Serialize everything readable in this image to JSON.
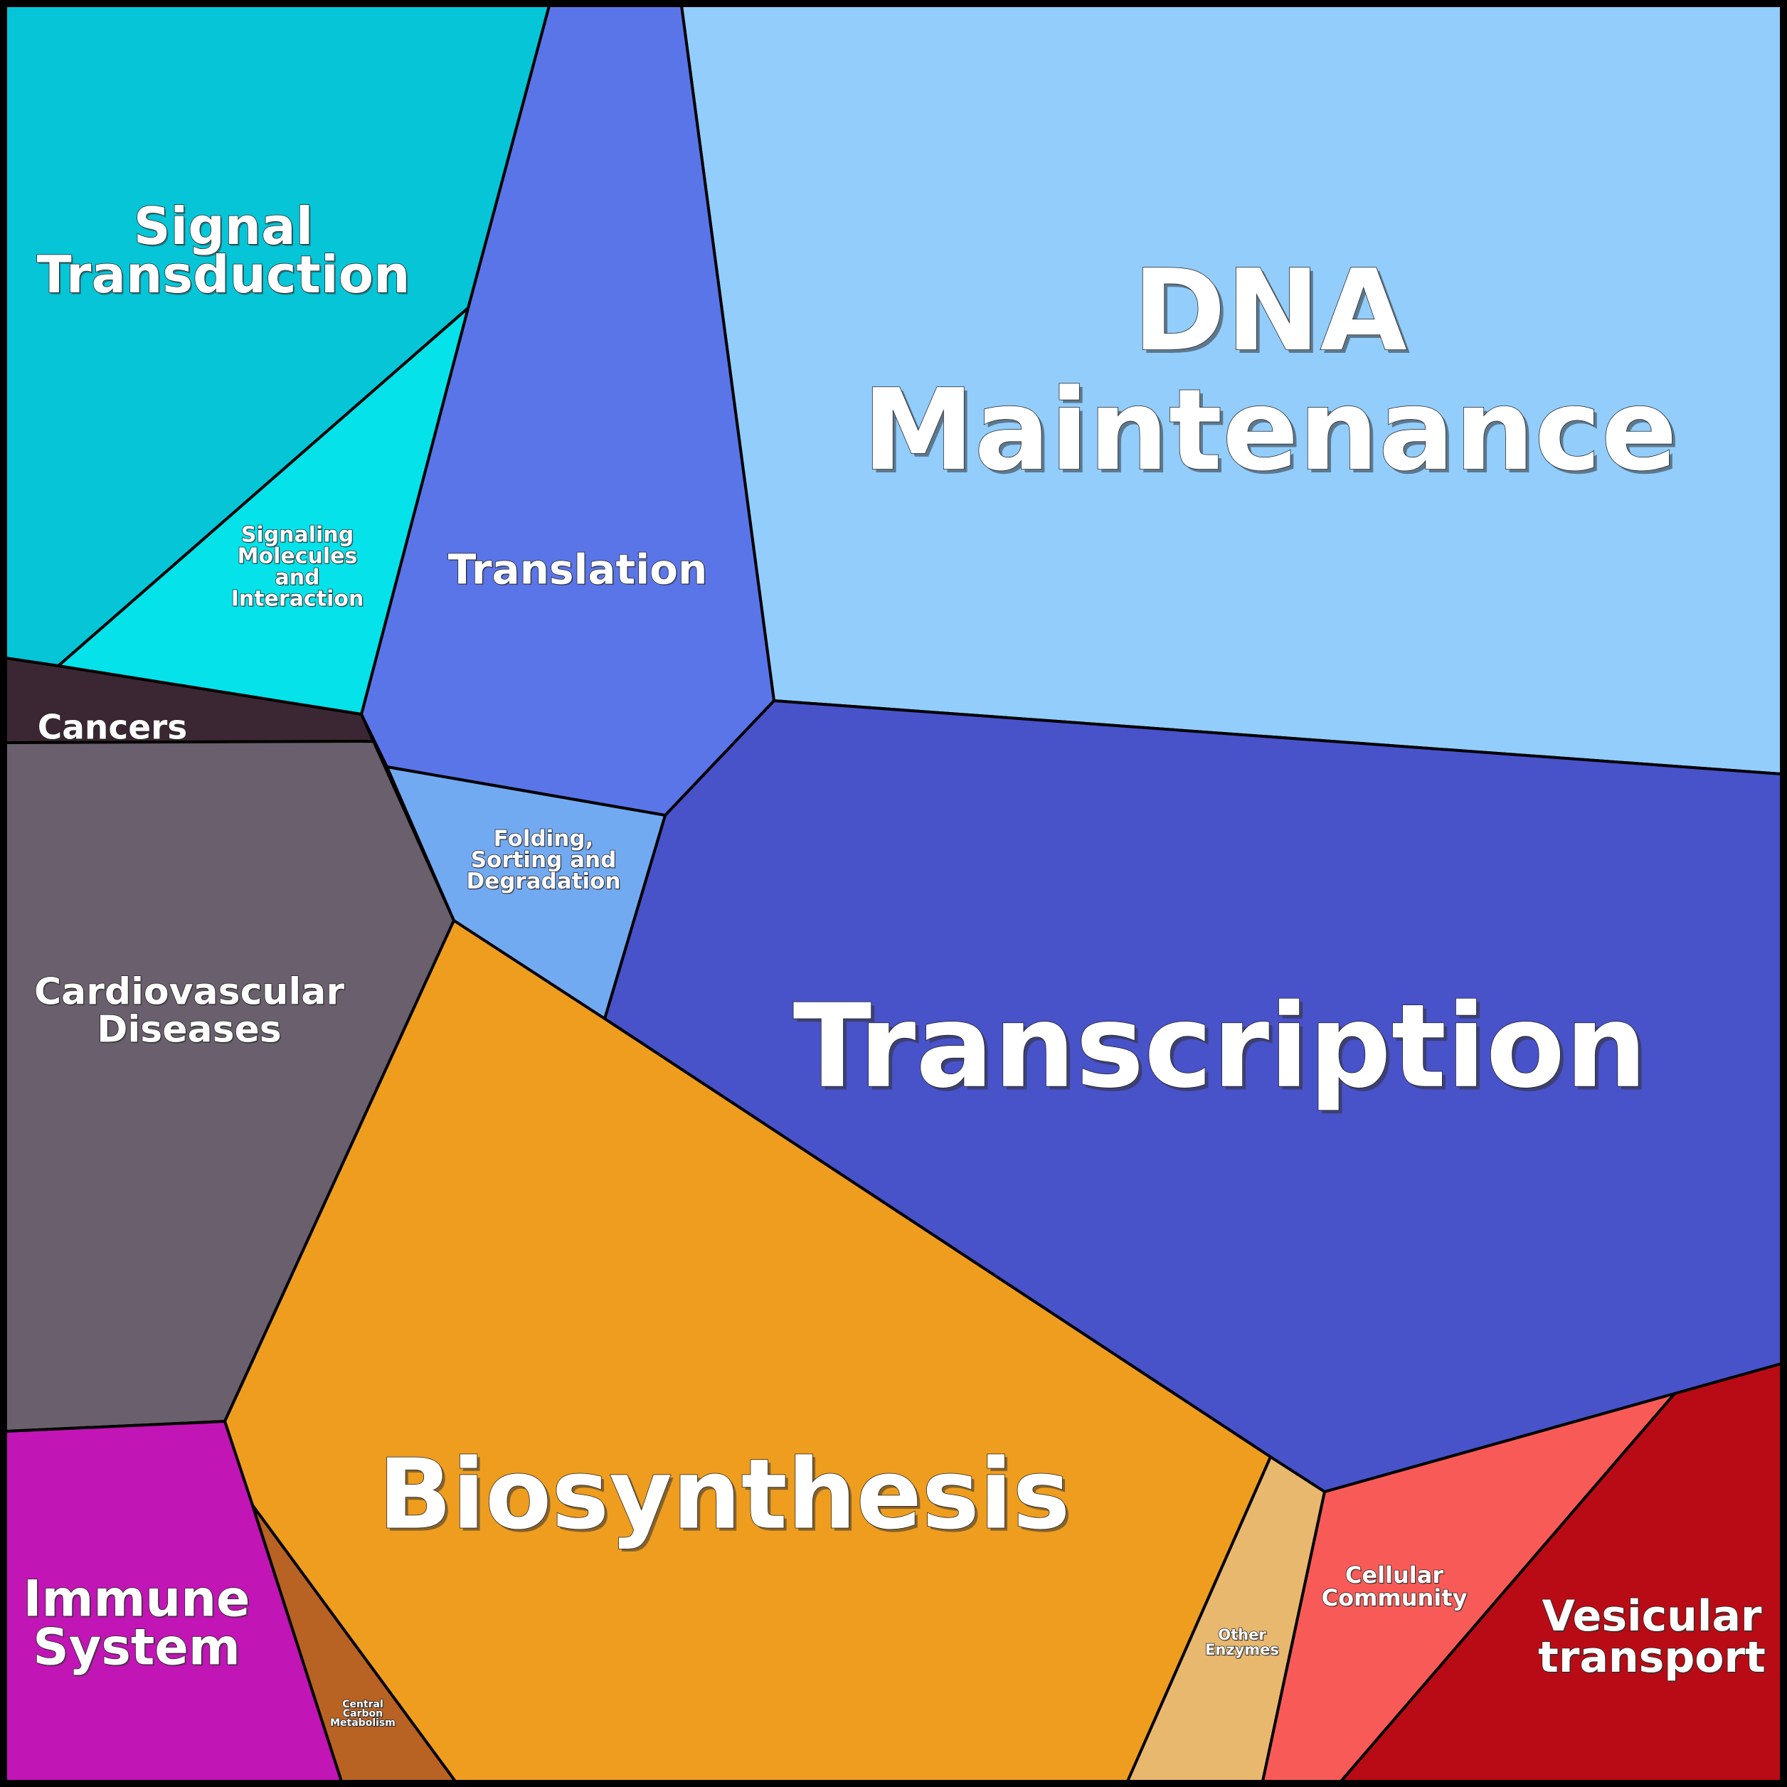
{
  "cells": [
    {
      "id": "dna-maintenance",
      "label_lines": [
        "DNA",
        "Maintenance"
      ],
      "color": "#92cdfc"
    },
    {
      "id": "transcription",
      "label_lines": [
        "Transcription"
      ],
      "color": "#4852c9"
    },
    {
      "id": "translation",
      "label_lines": [
        "Translation"
      ],
      "color": "#5a75e8"
    },
    {
      "id": "folding-sorting-degradation",
      "label_lines": [
        "Folding,",
        "Sorting and",
        "Degradation"
      ],
      "color": "#72aaf2"
    },
    {
      "id": "signal-transduction",
      "label_lines": [
        "Signal",
        "Transduction"
      ],
      "color": "#05c5d7"
    },
    {
      "id": "signaling-molecules-interaction",
      "label_lines": [
        "Signaling",
        "Molecules",
        "and",
        "Interaction"
      ],
      "color": "#05e2ea"
    },
    {
      "id": "cancers",
      "label_lines": [
        "Cancers"
      ],
      "color": "#3b2733"
    },
    {
      "id": "cardiovascular-diseases",
      "label_lines": [
        "Cardiovascular",
        "Diseases"
      ],
      "color": "#6a5f6c"
    },
    {
      "id": "biosynthesis",
      "label_lines": [
        "Biosynthesis"
      ],
      "color": "#ee9d1f"
    },
    {
      "id": "immune-system",
      "label_lines": [
        "Immune",
        "System"
      ],
      "color": "#c115b5"
    },
    {
      "id": "central-carbon-metabolism",
      "label_lines": [
        "Central",
        "Carbon",
        "Metabolism"
      ],
      "color": "#b86224"
    },
    {
      "id": "other-enzymes",
      "label_lines": [
        "Other",
        "Enzymes"
      ],
      "color": "#e8b86f"
    },
    {
      "id": "cellular-community",
      "label_lines": [
        "Cellular",
        "Community"
      ],
      "color": "#f85b57"
    },
    {
      "id": "vesicular-transport",
      "label_lines": [
        "Vesicular",
        "transport"
      ],
      "color": "#b90b15"
    }
  ]
}
